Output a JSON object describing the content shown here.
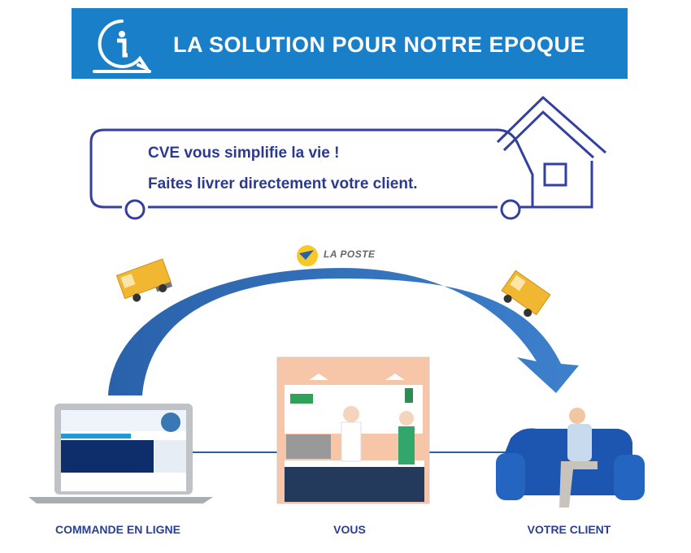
{
  "banner": {
    "title": "LA SOLUTION POUR NOTRE EPOQUE",
    "icon": "info-chat-icon"
  },
  "message": {
    "line1": "CVE vous simplifie la vie !",
    "line2": "Faites livrer directement votre client."
  },
  "carrier": {
    "name": "LA POSTE"
  },
  "steps": [
    {
      "label": "COMMANDE EN LIGNE"
    },
    {
      "label": "VOUS"
    },
    {
      "label": "VOTRE CLIENT"
    }
  ],
  "colors": {
    "banner": "#1a7fc9",
    "outline": "#3340a0",
    "text": "#2b3a8f",
    "arrow": "#2f6db5"
  }
}
